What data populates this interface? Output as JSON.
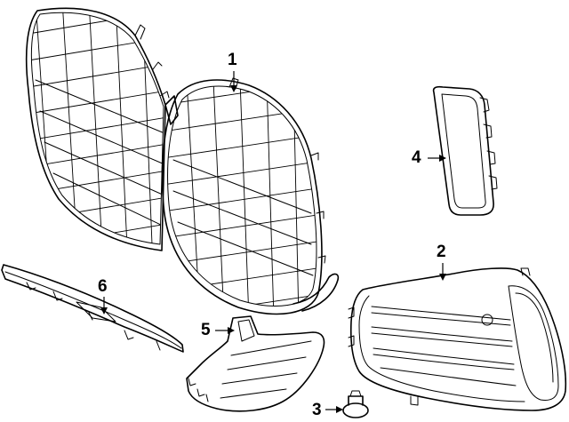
{
  "callouts": {
    "grille": "1",
    "bezel": "2",
    "clip": "3",
    "trim": "4",
    "bracket": "5",
    "molding": "6"
  }
}
